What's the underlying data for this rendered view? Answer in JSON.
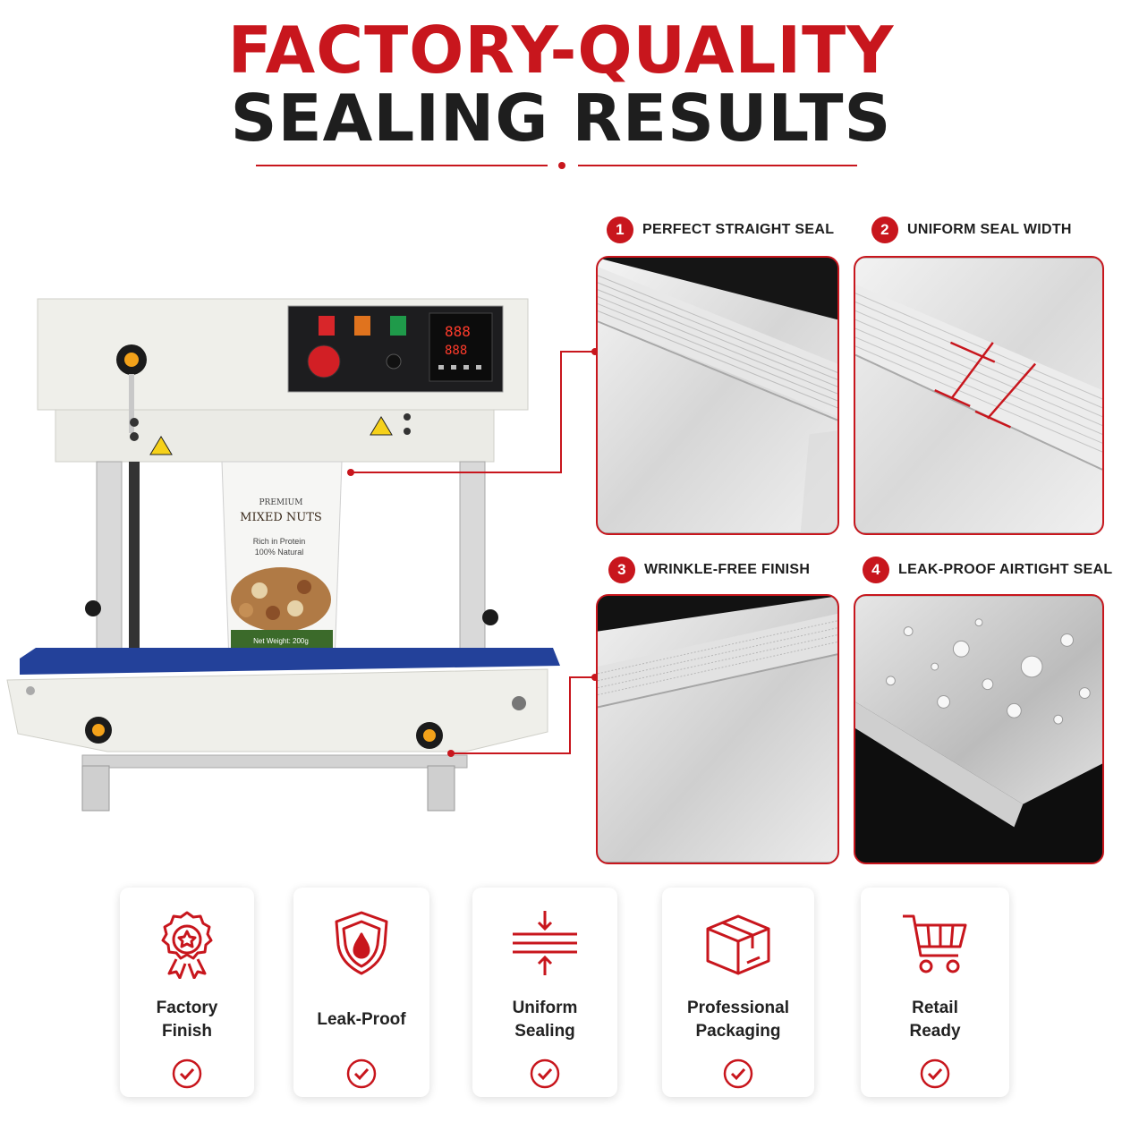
{
  "header": {
    "title_line1": "FACTORY-QUALITY",
    "title_line2": "SEALING RESULTS"
  },
  "product_bag": {
    "brand": "PREMIUM",
    "name": "MIXED NUTS",
    "line1": "Rich in Protein",
    "line2": "100% Natural",
    "weight": "Net Weight: 200g"
  },
  "machine_display": {
    "reading1": "888",
    "reading2": "888"
  },
  "features": [
    {
      "num": "1",
      "label": "PERFECT STRAIGHT SEAL"
    },
    {
      "num": "2",
      "label": "UNIFORM SEAL WIDTH"
    },
    {
      "num": "3",
      "label": "WRINKLE-FREE FINISH"
    },
    {
      "num": "4",
      "label": "LEAK-PROOF AIRTIGHT SEAL"
    }
  ],
  "benefits": [
    {
      "label_line1": "Factory",
      "label_line2": "Finish",
      "icon": "award-ribbon-icon"
    },
    {
      "label_line1": "Leak-Proof",
      "label_line2": "",
      "icon": "shield-drop-icon"
    },
    {
      "label_line1": "Uniform",
      "label_line2": "Sealing",
      "icon": "compress-lines-icon"
    },
    {
      "label_line1": "Professional",
      "label_line2": "Packaging",
      "icon": "box-icon"
    },
    {
      "label_line1": "Retail",
      "label_line2": "Ready",
      "icon": "shopping-cart-icon"
    }
  ],
  "colors": {
    "accent": "#c8161d",
    "dark": "#1e1e1e",
    "conveyor": "#23419a"
  }
}
